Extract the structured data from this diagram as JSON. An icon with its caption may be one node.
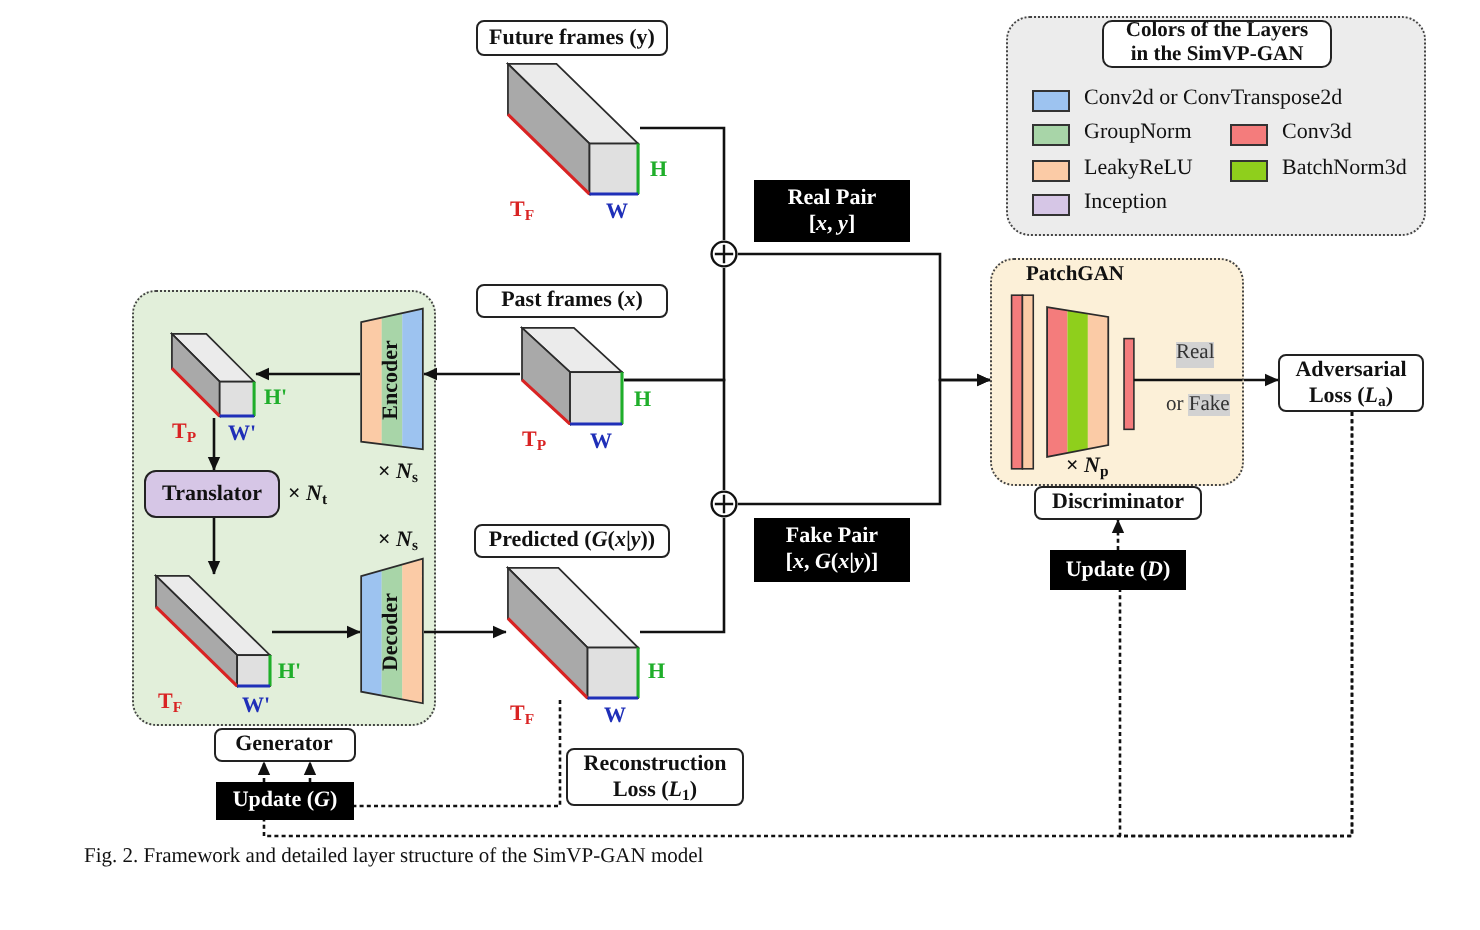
{
  "diagram": {
    "caption": "Fig. 2. Framework and detailed layer structure of the SimVP-GAN model",
    "nodes": [
      {
        "text": [
          "Future frames (y)"
        ]
      },
      {
        "text": [],
        "shape": "picture",
        "beside": [
          "T$_{F}$",
          "H",
          "W"
        ]
      },
      {
        "text": [
          "Real Pair",
          "[*x*, *y*]"
        ]
      },
      {
        "text": [],
        "shape": "circle"
      },
      {
        "text": [
          "PatchGAN",
          "Discriminator"
        ]
      },
      {
        "text": [
          "Generator"
        ]
      },
      {
        "text": [
          "Past frames (*x*)"
        ]
      },
      {
        "text": [],
        "shape": "picture",
        "beside": [
          "T$_{P}$",
          "H",
          "W"
        ]
      },
      {
        "text": [
          "Encoder"
        ],
        "in": 5,
        "beside": [
          "× *N*$_{s}$"
        ]
      },
      {
        "text": [],
        "shape": "picture",
        "in": 5,
        "beside": [
          "T$_{P}$",
          "H'",
          "W'"
        ]
      },
      {
        "text": [
          "Translator"
        ],
        "in": 5,
        "beside": [
          "× *N*$_{t}$"
        ]
      },
      {
        "text": [],
        "shape": "picture",
        "in": 5,
        "beside": [
          "T$_{F}$",
          "H'",
          "W'"
        ]
      },
      {
        "text": [
          "Decoder"
        ],
        "in": 5,
        "beside": [
          "× *N*$_{s}$"
        ]
      },
      {
        "text": [
          "Adversarial Loss (*L*$_{a}$)"
        ]
      },
      {
        "text": [],
        "shape": "circle"
      },
      {
        "text": [
          "Fake Pair",
          "[*x*, *G*(*x*|*y*)]"
        ]
      },
      {
        "text": [
          "Predicted (*G*(*x*|*y*))"
        ]
      },
      {
        "text": [],
        "shape": "picture",
        "beside": [
          "T$_{F}$",
          "H",
          "W"
        ]
      },
      {
        "text": [
          "Update (*D*)"
        ]
      },
      {
        "text": [
          "Reconstruction Loss (*L*$_{1}$)"
        ]
      },
      {
        "text": [
          "Update (*G*)"
        ]
      }
    ],
    "edges": [
      {
        "from": 1,
        "to": 3,
        "arrow": "none"
      },
      {
        "from": 7,
        "to": 3,
        "arrow": "none"
      },
      {
        "from": 7,
        "to": 14,
        "arrow": "none"
      },
      {
        "from": 17,
        "to": 14,
        "arrow": "none"
      },
      {
        "from": 3,
        "to": 4,
        "arrow": "to"
      },
      {
        "from": 14,
        "to": 4,
        "arrow": "to"
      },
      {
        "from": 7,
        "to": 8,
        "arrow": "to"
      },
      {
        "from": 8,
        "to": 9,
        "arrow": "to"
      },
      {
        "from": 9,
        "to": 10,
        "arrow": "to"
      },
      {
        "from": 10,
        "to": 11,
        "arrow": "to"
      },
      {
        "from": 11,
        "to": 12,
        "arrow": "to"
      },
      {
        "from": 12,
        "to": 17,
        "arrow": "to"
      },
      {
        "from": 4,
        "to": 13,
        "arrow": "to"
      },
      {
        "from": 13,
        "to": 18,
        "arrow": "none",
        "style": "dashed"
      },
      {
        "from": 13,
        "to": 20,
        "arrow": "none",
        "style": "dashed"
      },
      {
        "from": 18,
        "to": 4,
        "arrow": "to",
        "style": "dashed"
      },
      {
        "from": 17,
        "to": 20,
        "arrow": "none",
        "style": "dashed"
      },
      {
        "from": 20,
        "to": 5,
        "arrow": "to",
        "style": "dashed"
      },
      {
        "from": 20,
        "to": 5,
        "arrow": "to",
        "style": "dashed"
      }
    ],
    "labels": [
      "Colors of the Layers in the SimVP-GAN",
      "Real",
      "or Fake",
      "× *N*$_{p}$"
    ],
    "legend": [
      {
        "text": "Conv2d or ConvTranspose2d",
        "color": "#9dc3f0"
      },
      {
        "text": "GroupNorm",
        "color": "#a8d5a8"
      },
      {
        "text": "Conv3d",
        "color": "#f47c7c"
      },
      {
        "text": "LeakyReLU",
        "color": "#fbcba6"
      },
      {
        "text": "BatchNorm3d",
        "color": "#8fcf1c"
      },
      {
        "text": "Inception",
        "color": "#d6c6e6"
      }
    ]
  }
}
